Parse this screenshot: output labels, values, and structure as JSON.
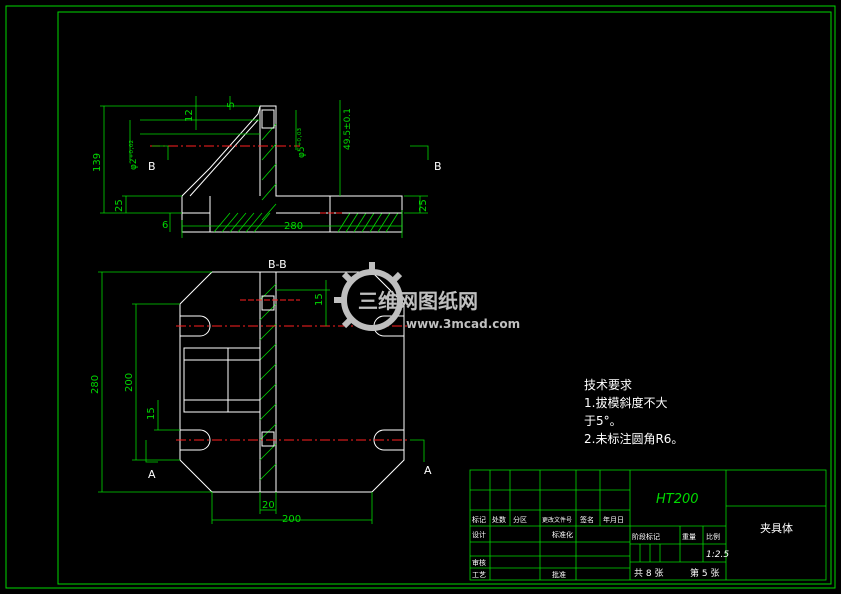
{
  "colors": {
    "frame": "#00d800",
    "outline": "#ffffff",
    "center_line": "#ff2020",
    "hatch": "#00d800",
    "background": "#000000",
    "logo": "#bfbfbf"
  },
  "front_view": {
    "dims": {
      "d12": "12",
      "d5": "5",
      "d139": "139",
      "d25_left": "25",
      "d6": "6",
      "d280": "280",
      "d25_right": "25",
      "d_hole_a": "φ2⁺⁰·⁰²",
      "d_hole_b": "φ5⁺⁰·⁰³",
      "d_hole_c": "49.5±0.1"
    },
    "section_mark_left": "B",
    "section_mark_right": "B"
  },
  "section_view": {
    "title": "B-B",
    "dims": {
      "d280": "280",
      "d200_v": "200",
      "d15_left": "15",
      "d15_top": "15",
      "d20": "20",
      "d200_h": "200"
    },
    "section_mark_left": "A",
    "section_mark_right": "A"
  },
  "watermark": {
    "brand": "三维网图纸网",
    "url": "www.3mcad.com"
  },
  "tech_notes": {
    "title": "技术要求",
    "line1": "1.拔模斜度不大",
    "line2": "于5°。",
    "line3": "2.未标注圆角R6。"
  },
  "title_block": {
    "material": "HT200",
    "part_name": "夹具体",
    "scale": "1:2.5",
    "sheets_total": "共 8 张",
    "sheet_no": "第 5 张",
    "headers": [
      "标记",
      "处数",
      "分区",
      "更改文件号",
      "签名",
      "年月日"
    ],
    "role_design": "设计",
    "role_check": "审核",
    "role_process": "工艺",
    "label_std": "标准化",
    "label_approve": "批准",
    "label_stage": "阶段标记",
    "label_weight": "重量",
    "label_scale": "比例"
  }
}
